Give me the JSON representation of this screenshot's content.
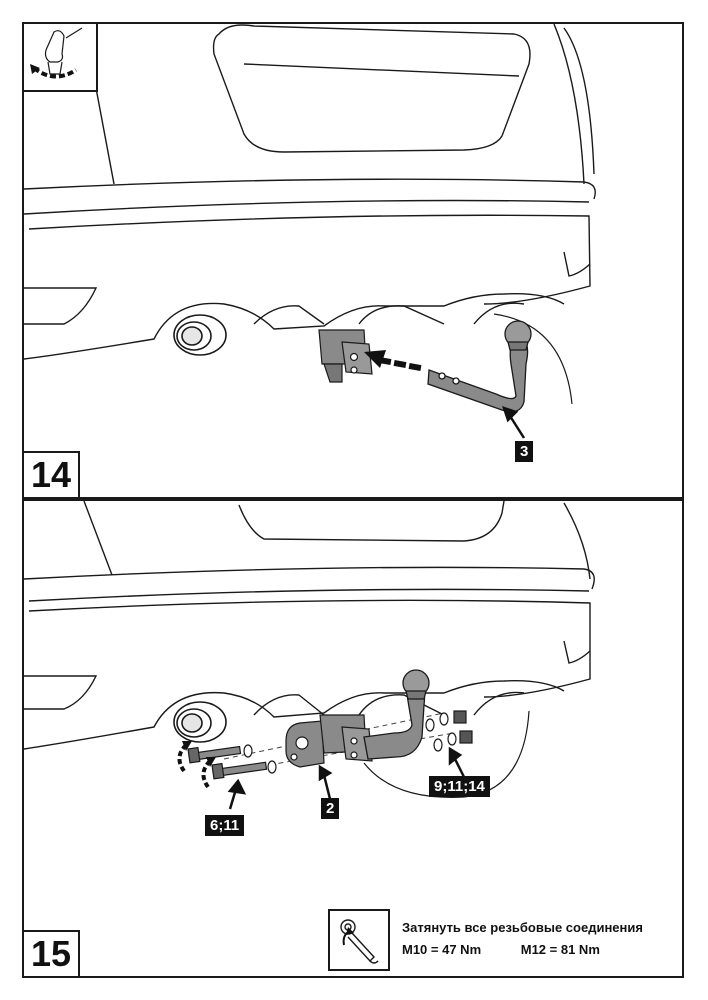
{
  "steps": [
    {
      "number": "14",
      "part_label": "3"
    },
    {
      "number": "15",
      "part_labels": {
        "bracket": "2",
        "bolts": "6;11",
        "nuts": "9;11;14"
      }
    }
  ],
  "torque_note": {
    "heading": "Затянуть все резьбовые соединения",
    "m10": "M10 = 47 Nm",
    "m12": "M12 = 81 Nm"
  },
  "icons": {
    "corner": "turn-screw-icon",
    "torque": "torque-wrench-icon",
    "rotation": "rotation-arrow-icon"
  },
  "colors": {
    "line": "#1a1a1a",
    "metal_gray": "#8a8a8a",
    "label_bg": "#111111",
    "label_text": "#ffffff"
  }
}
